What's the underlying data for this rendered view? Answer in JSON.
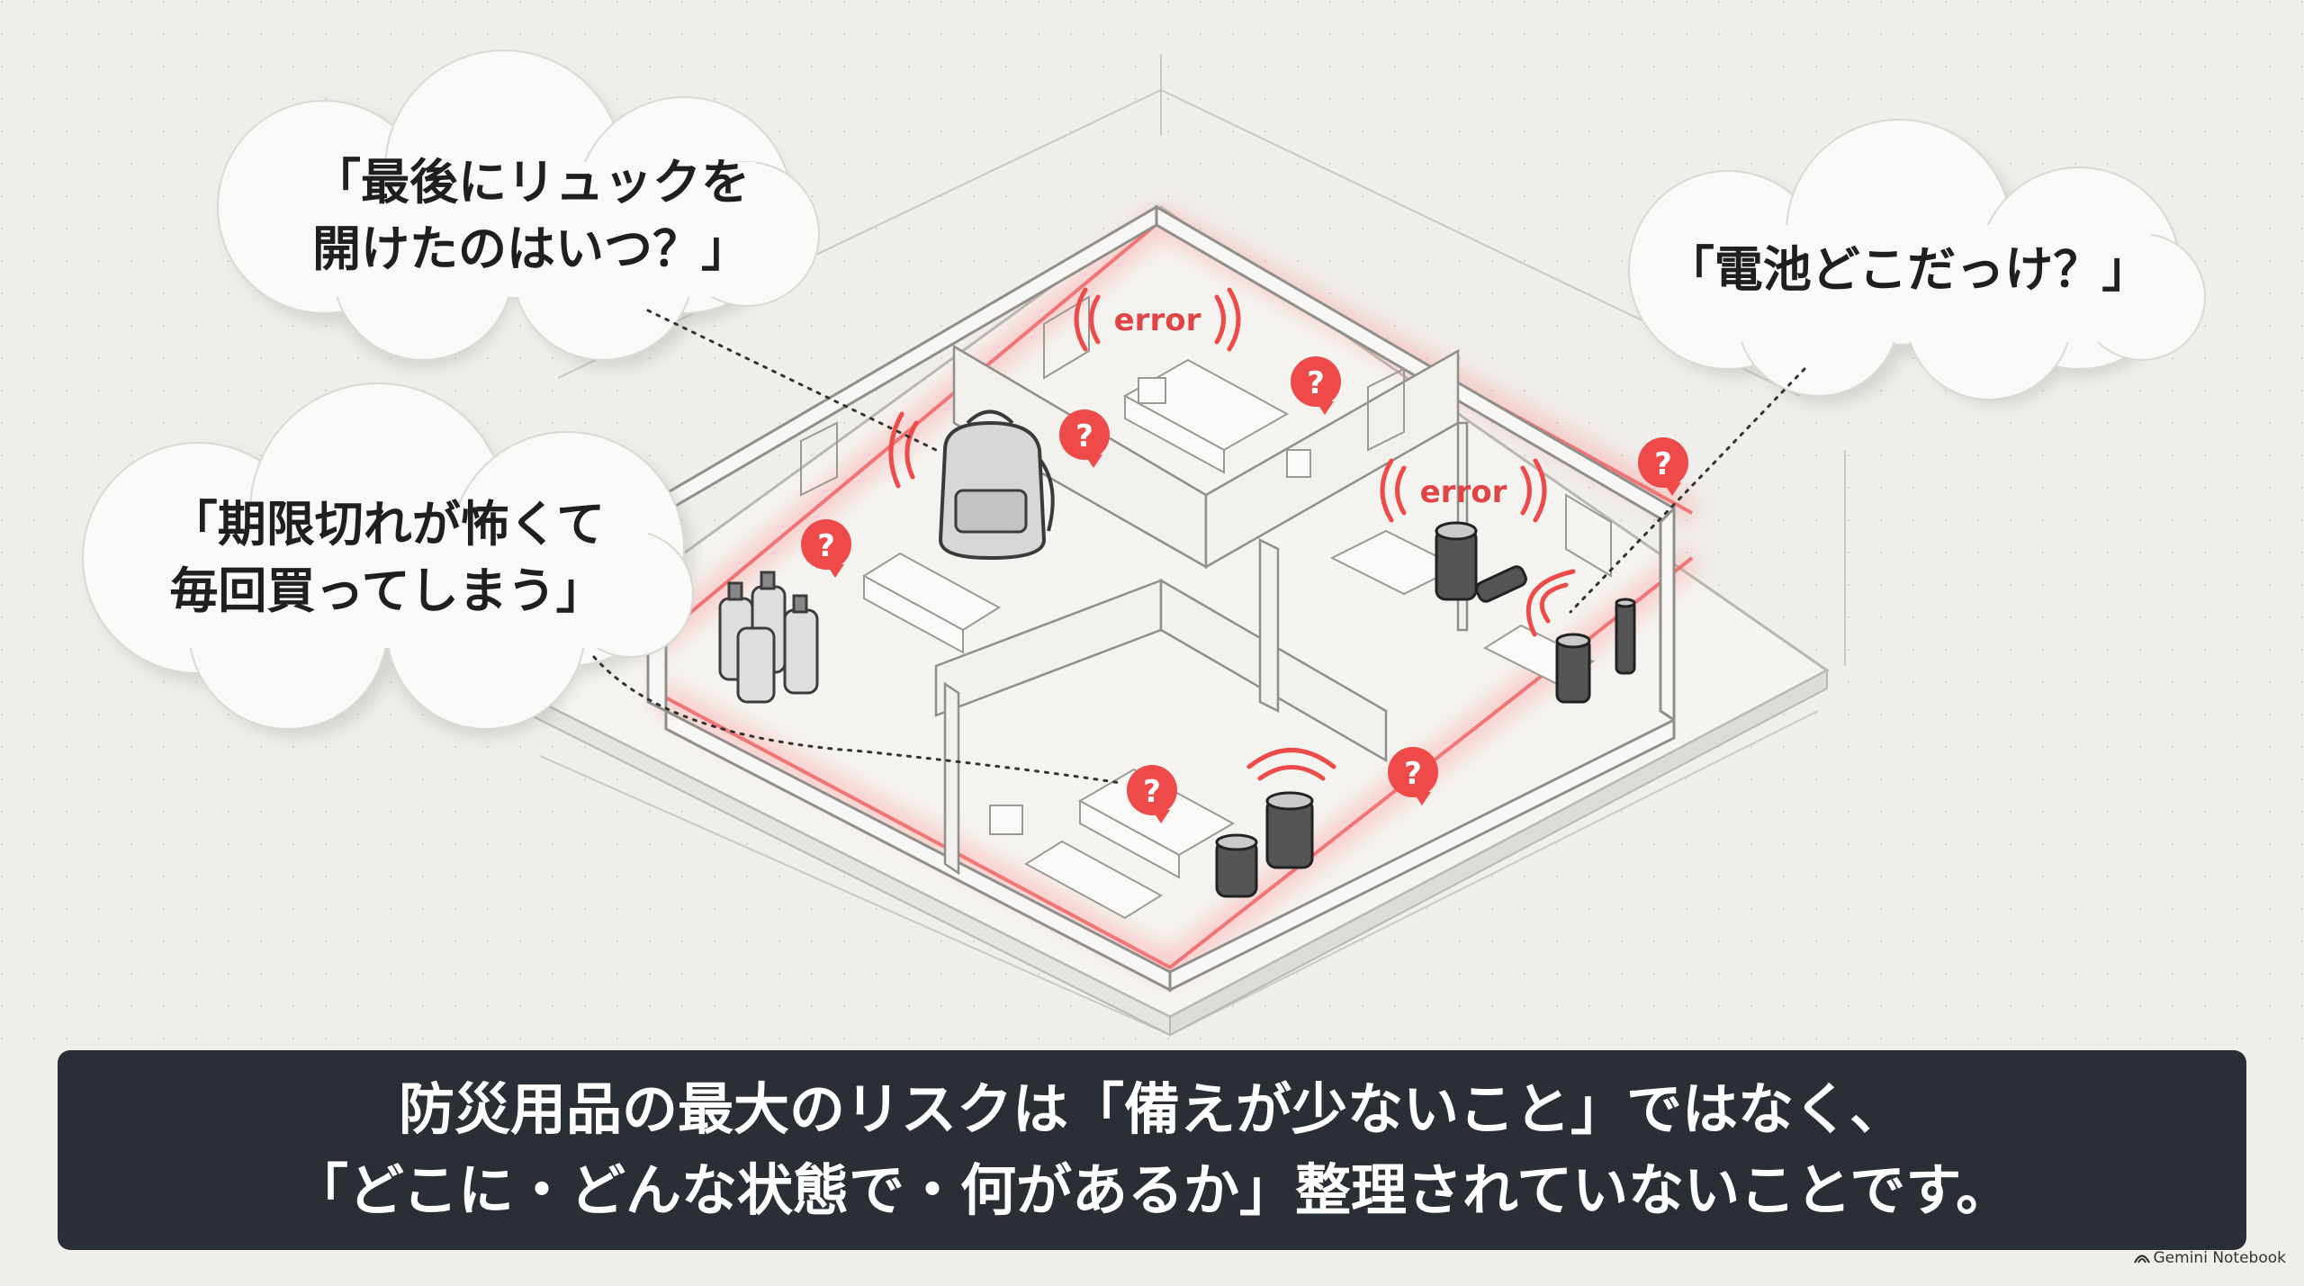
{
  "bubbles": {
    "backpack": {
      "line1": "「最後にリュックを",
      "line2": "開けたのはいつ？」"
    },
    "battery": {
      "line1": "「電池どこだっけ？」"
    },
    "expiry": {
      "line1": "「期限切れが怖くて",
      "line2": "毎回買ってしまう」"
    }
  },
  "labels": {
    "error_text": "error",
    "question_mark": "?"
  },
  "caption": {
    "line1": "防災用品の最大のリスクは「備えが少ないこと」ではなく、",
    "line2": "「どこに・どんな状態で・何があるか」整理されていないことです。"
  },
  "brand": {
    "name": "Gemini Notebook",
    "icon": "gemini-logo-icon"
  },
  "colors": {
    "background": "#efeeeb",
    "line": "#9a9a9a",
    "alert_red": "#ef4a4a",
    "glow_red": "#ff8a8a",
    "caption_bg": "#2a2e35",
    "bubble_fill": "#f9f9f8"
  }
}
